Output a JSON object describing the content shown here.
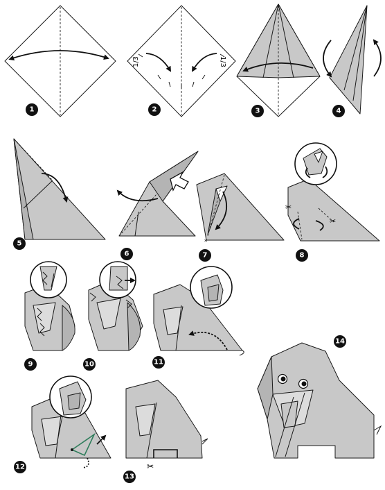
{
  "steps": [
    {
      "number": "1"
    },
    {
      "number": "2",
      "fold_marks": [
        "1/3",
        "1/3"
      ]
    },
    {
      "number": "3"
    },
    {
      "number": "4"
    },
    {
      "number": "5"
    },
    {
      "number": "6"
    },
    {
      "number": "7"
    },
    {
      "number": "8"
    },
    {
      "number": "9"
    },
    {
      "number": "10"
    },
    {
      "number": "11"
    },
    {
      "number": "12"
    },
    {
      "number": "13"
    },
    {
      "number": "14"
    }
  ],
  "icons": [
    "fold-arrow-icon",
    "flip-over-icon",
    "push-arrow-icon",
    "scissors-icon",
    "zigzag-pleat-icon",
    "magnifier-zoom-icon"
  ],
  "colors": {
    "paper": "#c8c8c8",
    "paper_dark": "#b4b4b4",
    "line": "#1a1a1a",
    "badge": "#111111",
    "crease_green": "#2e7d5b"
  }
}
